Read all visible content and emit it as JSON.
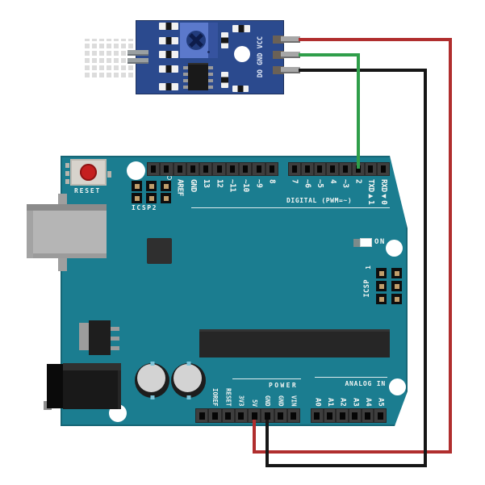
{
  "diagram": {
    "description": "Wiring diagram: humidity sensor comparator module connected to Arduino Uno"
  },
  "sensor_module": {
    "board_color": "#2b4a8e",
    "pin_header_label": "DO GND VCC",
    "pins": [
      {
        "name": "VCC",
        "row": "top",
        "wire": "red"
      },
      {
        "name": "GND",
        "row": "middle",
        "wire": "green"
      },
      {
        "name": "DO",
        "row": "bottom",
        "wire": "black"
      }
    ]
  },
  "arduino": {
    "board_color": "#1b7d90",
    "reset_label": "RESET",
    "icsp2_label": "ICSP2",
    "icsp_label": "ICSP",
    "icsp_pin1_label": "1",
    "on_label": "ON",
    "digital_caption": "DIGITAL (PWM=~)",
    "power_caption": "POWER",
    "analog_caption": "ANALOG IN",
    "digital_left_labels": [
      "",
      "",
      "AREF",
      "GND",
      "13",
      "12",
      "~11",
      "~10",
      "~9",
      "8"
    ],
    "digital_right_labels": [
      "7",
      "~6",
      "~5",
      "4",
      "~3",
      "2",
      "TXD▶1",
      "RXD◀0"
    ],
    "power_labels": [
      "",
      "IOREF",
      "RESET",
      "3V3",
      "5V",
      "GND",
      "GND",
      "VIN"
    ],
    "analog_labels": [
      "A0",
      "A1",
      "A2",
      "A3",
      "A4",
      "A5"
    ]
  },
  "wires": [
    {
      "color": "#b02e2e",
      "from": "sensor VCC pin",
      "to": "arduino 5V pin"
    },
    {
      "color": "#2f9e4a",
      "from": "sensor GND pin",
      "to": "arduino digital pin 2"
    },
    {
      "color": "#161616",
      "from": "sensor DO pin",
      "to": "arduino GND pin"
    }
  ]
}
